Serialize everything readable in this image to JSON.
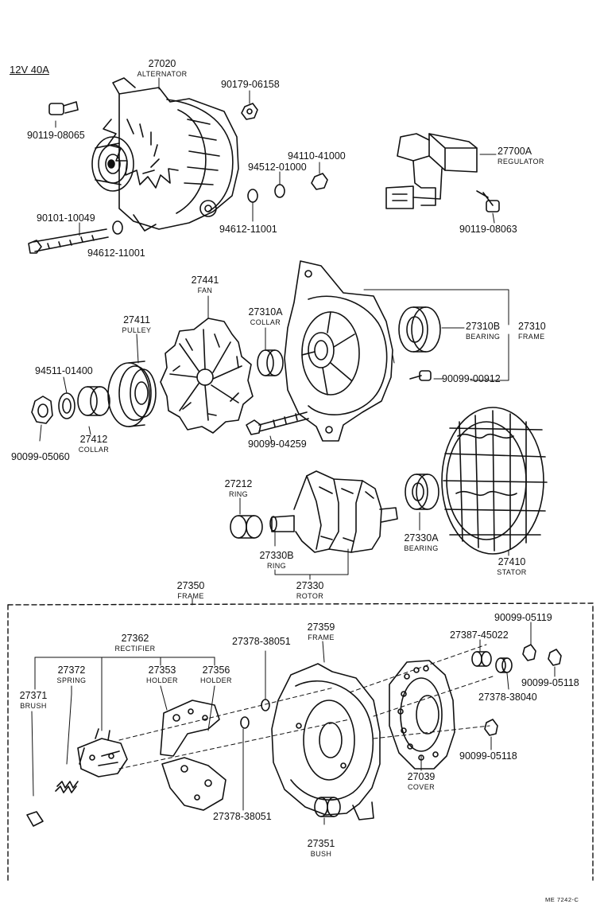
{
  "header": {
    "spec": "12V  40A"
  },
  "footer": {
    "code": "ME 7242-C"
  },
  "labels": {
    "alternator": {
      "number": "27020",
      "name": "ALTERNATOR"
    },
    "bolt_90119_08065": {
      "number": "90119-08065"
    },
    "nut_90179_06158": {
      "number": "90179-06158"
    },
    "nut_94110_41000": {
      "number": "94110-41000"
    },
    "washer_94512_01000": {
      "number": "94512-01000"
    },
    "washer_94612_11001_a": {
      "number": "94612-11001"
    },
    "bolt_90101_10049": {
      "number": "90101-10049"
    },
    "washer_94612_11001_b": {
      "number": "94612-11001"
    },
    "regulator": {
      "number": "27700A",
      "name": "REGULATOR"
    },
    "screw_90119_08063": {
      "number": "90119-08063"
    },
    "fan": {
      "number": "27441",
      "name": "FAN"
    },
    "pulley": {
      "number": "27411",
      "name": "PULLEY"
    },
    "collar_27310a": {
      "number": "27310A",
      "name": "COLLAR"
    },
    "bearing_27310b": {
      "number": "27310B",
      "name": "BEARING"
    },
    "frame_27310": {
      "number": "27310",
      "name": "FRAME"
    },
    "washer_94511_01400": {
      "number": "94511-01400"
    },
    "collar_27412": {
      "number": "27412",
      "name": "COLLAR"
    },
    "nut_90099_05060": {
      "number": "90099-05060"
    },
    "bolt_90099_04259": {
      "number": "90099-04259"
    },
    "screw_90099_00912": {
      "number": "90099-00912"
    },
    "ring_27212": {
      "number": "27212",
      "name": "RING"
    },
    "ring_27330b": {
      "number": "27330B",
      "name": "RING"
    },
    "rotor": {
      "number": "27330",
      "name": "ROTOR"
    },
    "bearing_27330a": {
      "number": "27330A",
      "name": "BEARING"
    },
    "stator": {
      "number": "27410",
      "name": "STATOR"
    },
    "frame_27350": {
      "number": "27350",
      "name": "FRAME"
    },
    "rectifier": {
      "number": "27362",
      "name": "RECTIFIER"
    },
    "spring": {
      "number": "27372",
      "name": "SPRING"
    },
    "brush": {
      "number": "27371",
      "name": "BRUSH"
    },
    "holder_27353": {
      "number": "27353",
      "name": "HOLDER"
    },
    "holder_27356": {
      "number": "27356",
      "name": "HOLDER"
    },
    "insulator_27378_38051_top": {
      "number": "27378-38051"
    },
    "insulator_27378_38051_bottom": {
      "number": "27378-38051"
    },
    "frame_27359": {
      "number": "27359",
      "name": "FRAME"
    },
    "bush": {
      "number": "27351",
      "name": "BUSH"
    },
    "cover": {
      "number": "27039",
      "name": "COVER"
    },
    "terminal_27387_45022": {
      "number": "27387-45022"
    },
    "nut_90099_05119": {
      "number": "90099-05119"
    },
    "nut_90099_05118_a": {
      "number": "90099-05118"
    },
    "insulator_27378_38040": {
      "number": "27378-38040"
    },
    "nut_90099_05118_b": {
      "number": "90099-05118"
    }
  }
}
